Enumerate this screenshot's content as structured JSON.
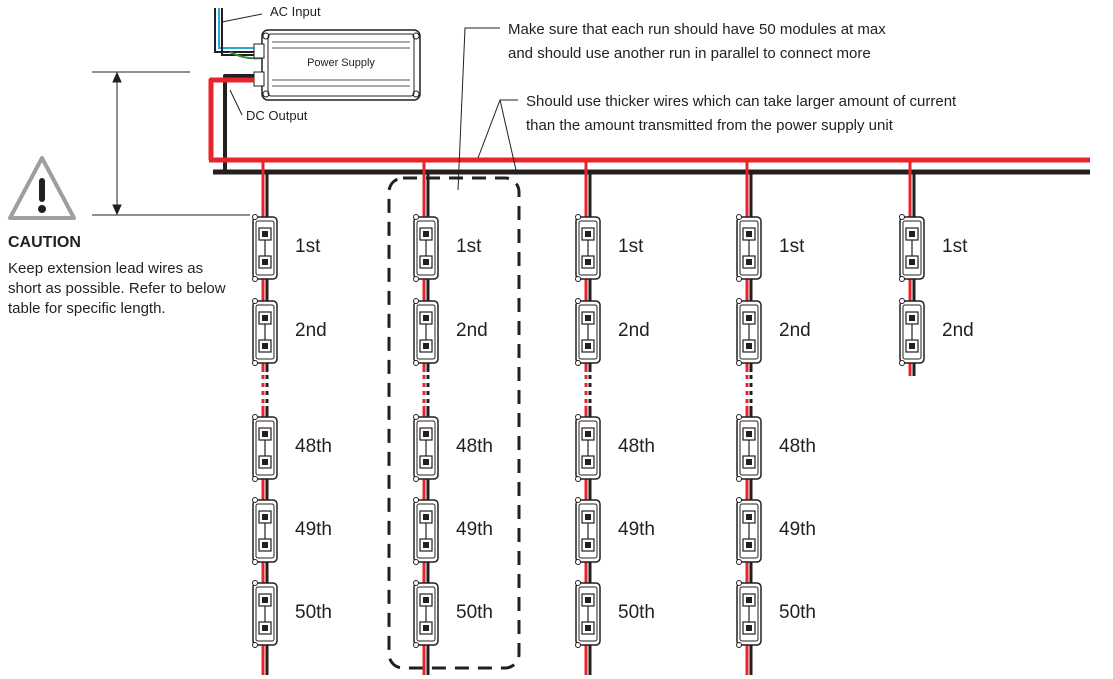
{
  "power_supply": {
    "label": "Power Supply",
    "ac_input_label": "AC Input",
    "dc_output_label": "DC Output"
  },
  "notes": {
    "max_modules_line1": "Make sure that each run should have 50 modules at max",
    "max_modules_line2": "and should use another run in parallel to connect more",
    "thicker_wires_line1": "Should use thicker wires which can take larger amount of current",
    "thicker_wires_line2": "than the amount transmitted from the power supply unit"
  },
  "caution": {
    "icon": "warning-triangle-icon",
    "title": "CAUTION",
    "text": "Keep extension lead wires as short as possible. Refer to below table for specific length."
  },
  "runs": [
    {
      "modules": [
        "1st",
        "2nd",
        "48th",
        "49th",
        "50th"
      ],
      "highlighted": false
    },
    {
      "modules": [
        "1st",
        "2nd",
        "48th",
        "49th",
        "50th"
      ],
      "highlighted": true
    },
    {
      "modules": [
        "1st",
        "2nd",
        "48th",
        "49th",
        "50th"
      ],
      "highlighted": false
    },
    {
      "modules": [
        "1st",
        "2nd",
        "48th",
        "49th",
        "50th"
      ],
      "highlighted": false
    },
    {
      "modules": [
        "1st",
        "2nd"
      ],
      "highlighted": false
    }
  ],
  "colors": {
    "positive_wire": "#e8232b",
    "negative_wire": "#231f20",
    "ac_wire_blue": "#2aa9e0",
    "ac_wire_green": "#2e8b3a",
    "outline": "#231f20",
    "caution_icon": "#9d9fa2"
  }
}
